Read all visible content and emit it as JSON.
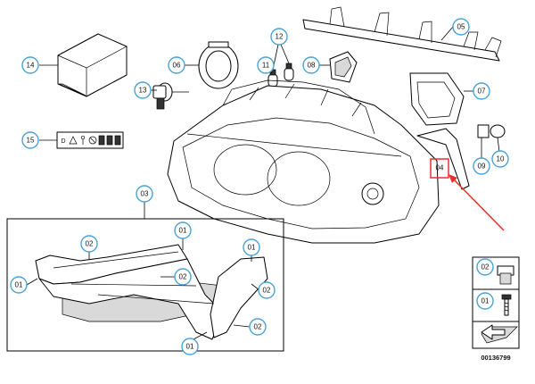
{
  "diagram_number": "00136799",
  "callouts": {
    "c01": "01",
    "c02": "02",
    "c03": "03",
    "c04": "04",
    "c05": "05",
    "c06": "06",
    "c07": "07",
    "c08": "08",
    "c09": "09",
    "c10": "10",
    "c11": "11",
    "c12": "12",
    "c13": "13",
    "c14": "14",
    "c15": "15"
  },
  "highlight_color": "#e8302a",
  "callout_color": "#4aa3d6",
  "icons": [
    "warning-label-icons",
    "screw-icon",
    "clip-nut-icon",
    "arrow-icon"
  ]
}
